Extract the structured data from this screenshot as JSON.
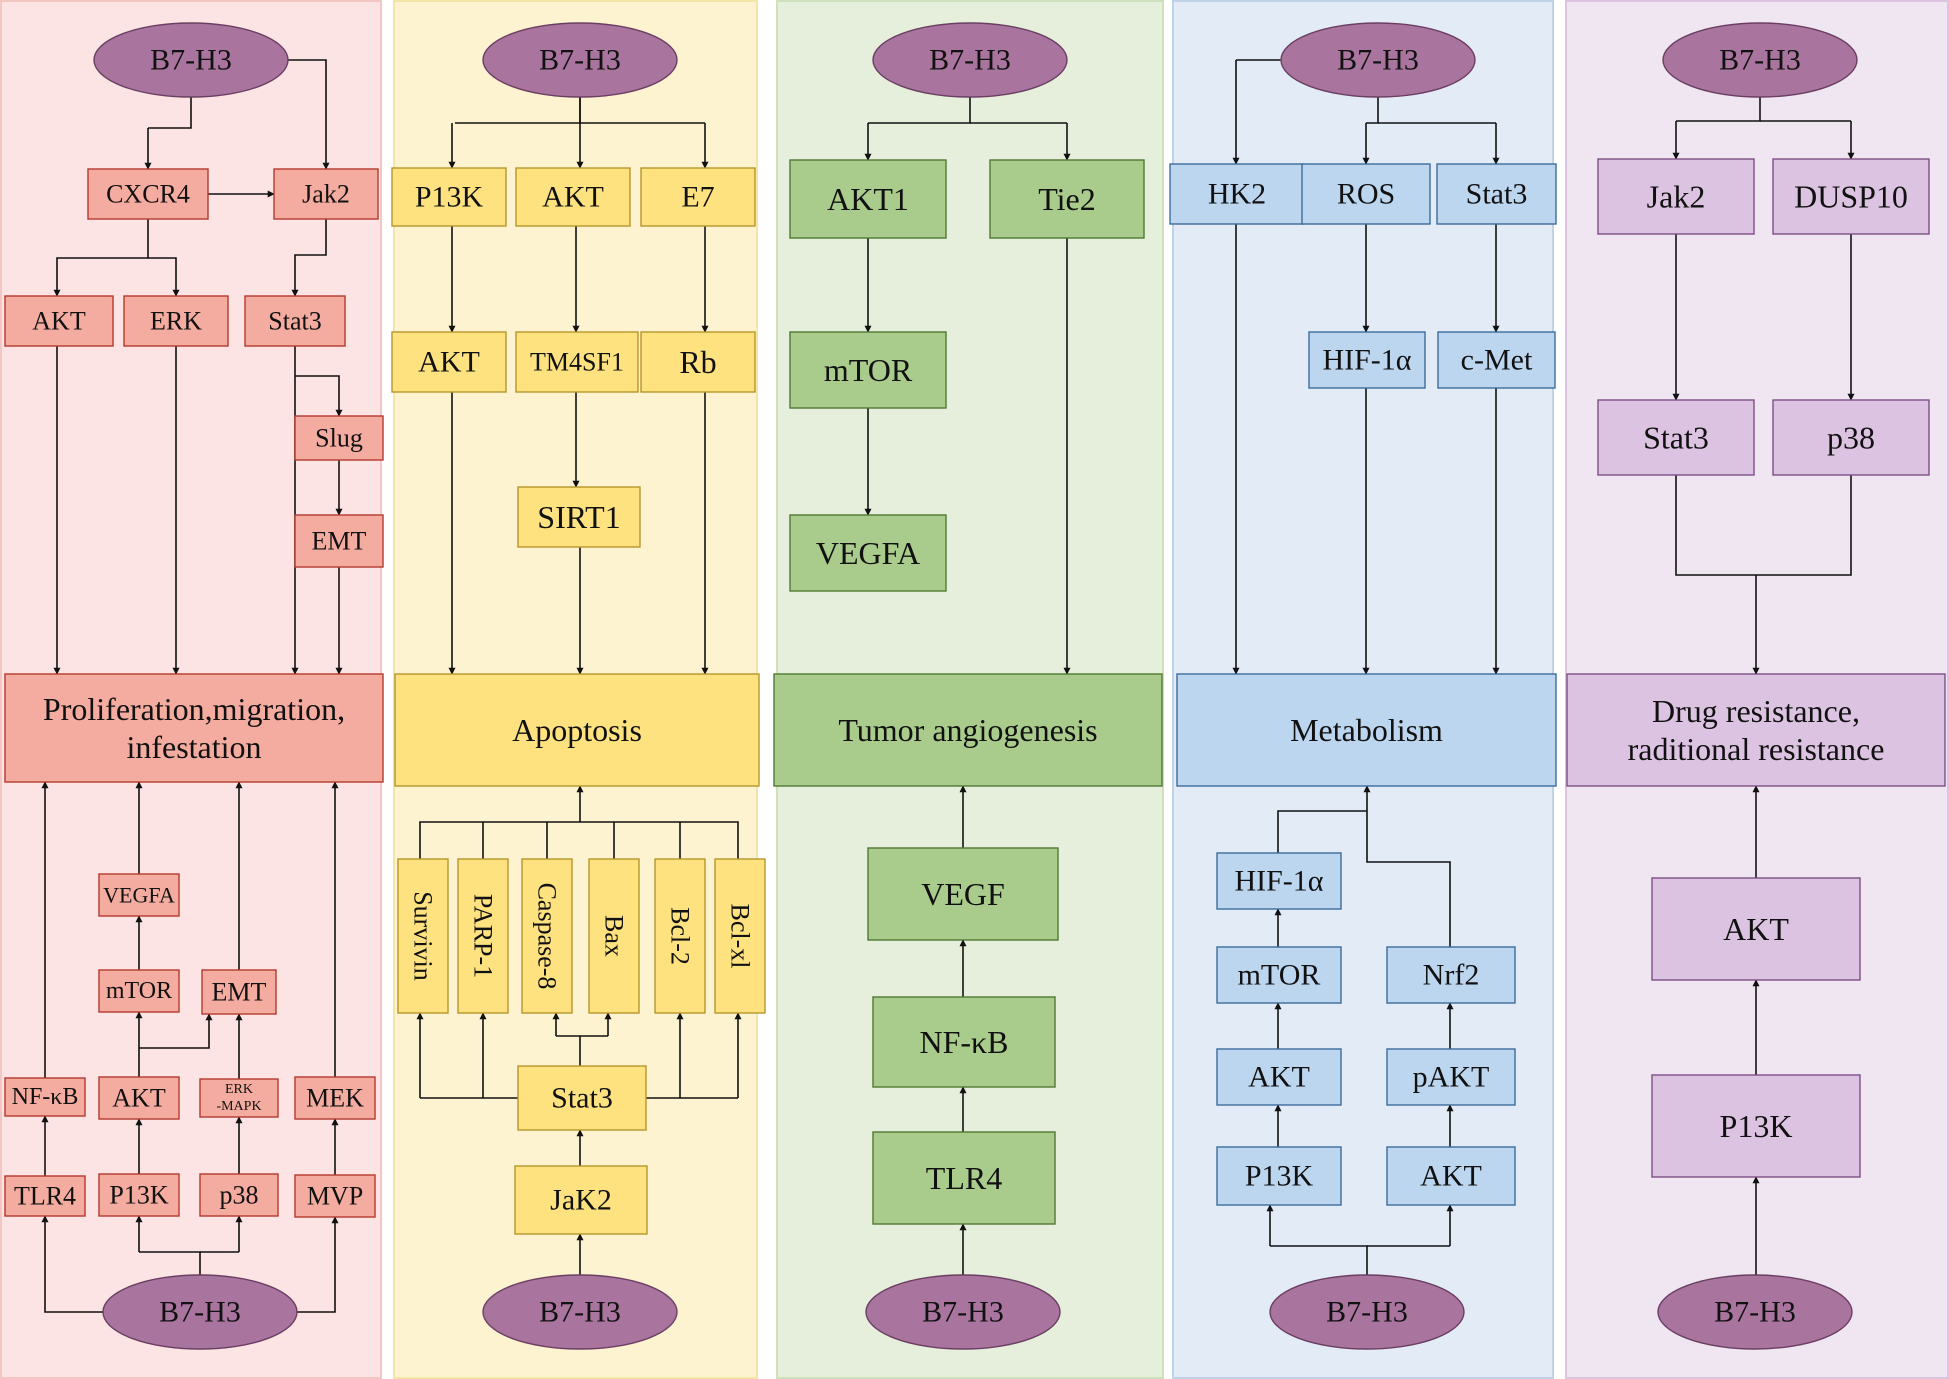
{
  "panels": [
    {
      "key": "p1",
      "colors": {
        "bg": "#fbe4e3",
        "border": "#f3c6c2",
        "node": "#f4aba0",
        "stroke": "#b43a2e"
      },
      "outcome": [
        "Proliferation,migration,",
        "infestation"
      ],
      "sources": [
        "B7-H3",
        "B7-H3"
      ],
      "nodes": {
        "cxcr4": "CXCR4",
        "jak2": "Jak2",
        "akt": "AKT",
        "erk": "ERK",
        "stat3": "Stat3",
        "slug": "Slug",
        "emt": "EMT",
        "vegfa": "VEGFA",
        "mtor": "mTOR",
        "emt2": "EMT",
        "nfkb": "NF-κB",
        "akt2": "AKT",
        "erkmapk": [
          "ERK",
          "-MAPK"
        ],
        "mek": "MEK",
        "tlr4": "TLR4",
        "pi3k": "P13K",
        "p38": "p38",
        "mvp": "MVP"
      }
    },
    {
      "key": "p2",
      "colors": {
        "bg": "#fdf3d0",
        "border": "#f4e4a6",
        "node": "#fde27f",
        "stroke": "#b6962a"
      },
      "outcome": [
        "Apoptosis"
      ],
      "sources": [
        "B7-H3",
        "B7-H3"
      ],
      "nodes": {
        "pi3k": "P13K",
        "akt": "AKT",
        "e7": "E7",
        "akt2": "AKT",
        "tm4sf1": "TM4SF1",
        "rb": "Rb",
        "sirt1": "SIRT1",
        "survivin": "Survivin",
        "parp1": "PARP-1",
        "caspase8": "Caspase-8",
        "bax": "Bax",
        "bcl2": "Bcl-2",
        "bclxl": "Bcl-xl",
        "stat3": "Stat3",
        "jak2": "JaK2"
      }
    },
    {
      "key": "p3",
      "colors": {
        "bg": "#e6efdb",
        "border": "#cfe0bd",
        "node": "#a9cb8c",
        "stroke": "#4f7a33"
      },
      "outcome": [
        "Tumor angiogenesis"
      ],
      "sources": [
        "B7-H3",
        "B7-H3"
      ],
      "nodes": {
        "akt1": "AKT1",
        "tie2": "Tie2",
        "mtor": "mTOR",
        "vegfa": "VEGFA",
        "vegf": "VEGF",
        "nfkb": "NF-κB",
        "tlr4": "TLR4"
      }
    },
    {
      "key": "p4",
      "colors": {
        "bg": "#e3ecf6",
        "border": "#bfd2e8",
        "node": "#bdd6ef",
        "stroke": "#3c6c9c"
      },
      "outcome": [
        "Metabolism"
      ],
      "sources": [
        "B7-H3",
        "B7-H3"
      ],
      "nodes": {
        "hk2": "HK2",
        "ros": "ROS",
        "stat3": "Stat3",
        "hif": "HIF-1α",
        "cmet": "c-Met",
        "hif2": "HIF-1α",
        "mtor": "mTOR",
        "nrf2": "Nrf2",
        "akt": "AKT",
        "pakt": "pAKT",
        "pi3k": "P13K",
        "akt2": "AKT"
      }
    },
    {
      "key": "p5",
      "colors": {
        "bg": "#f0e6f1",
        "border": "#dcc3df",
        "node": "#dcc3e2",
        "stroke": "#7d4f86"
      },
      "outcome": [
        "Drug resistance,",
        "raditional resistance"
      ],
      "sources": [
        "B7-H3",
        "B7-H3"
      ],
      "nodes": {
        "jak2": "Jak2",
        "dusp10": "DUSP10",
        "stat3": "Stat3",
        "p38": "p38",
        "akt": "AKT",
        "pi3k": "P13K"
      }
    }
  ],
  "ellipse_color": "#a9759e",
  "line_color": "#111111"
}
